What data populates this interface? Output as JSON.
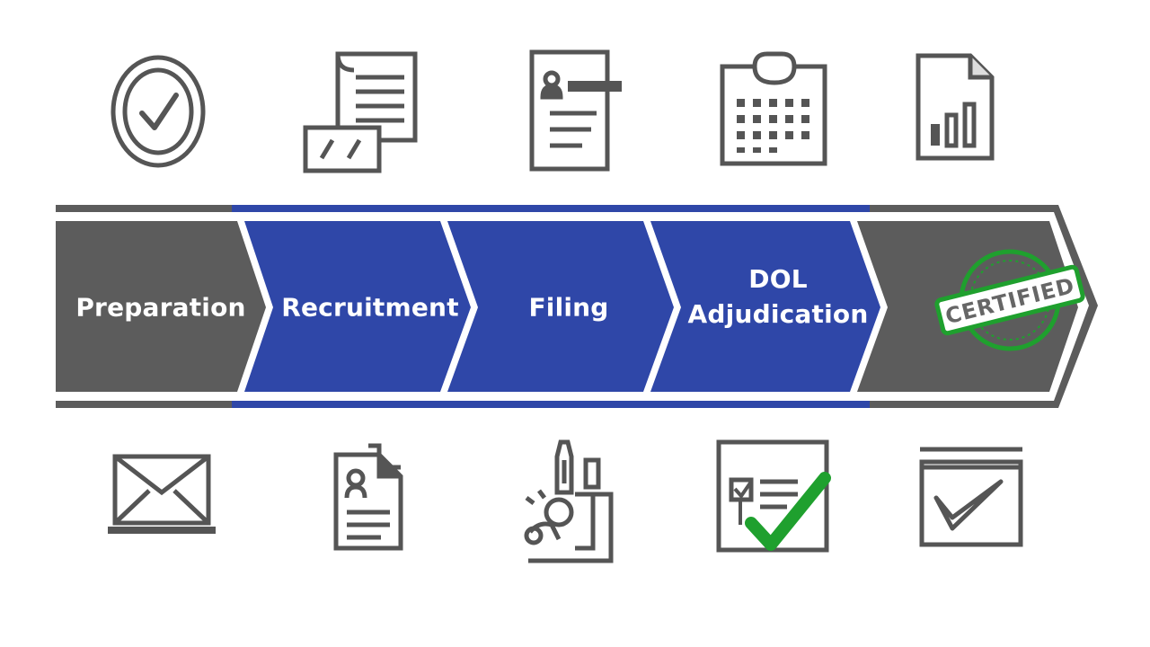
{
  "stages": [
    {
      "label": "Preparation"
    },
    {
      "label": "Recruitment"
    },
    {
      "label": "Filing"
    },
    {
      "label": "DOL\nAdjudication"
    }
  ],
  "final_stage": {
    "stamp_text": "CERTIFIED"
  },
  "colors": {
    "gray": "#5c5c5c",
    "blue": "#2f47a8",
    "icon_stroke": "#555555",
    "green": "#1fa02e"
  },
  "icons": {
    "top": [
      "check-circle-icon",
      "documents-icon",
      "resume-icon",
      "calendar-icon",
      "report-chart-icon"
    ],
    "bottom": [
      "envelope-icon",
      "profile-document-icon",
      "interview-icon",
      "checklist-approved-icon",
      "checkbox-icon"
    ]
  }
}
